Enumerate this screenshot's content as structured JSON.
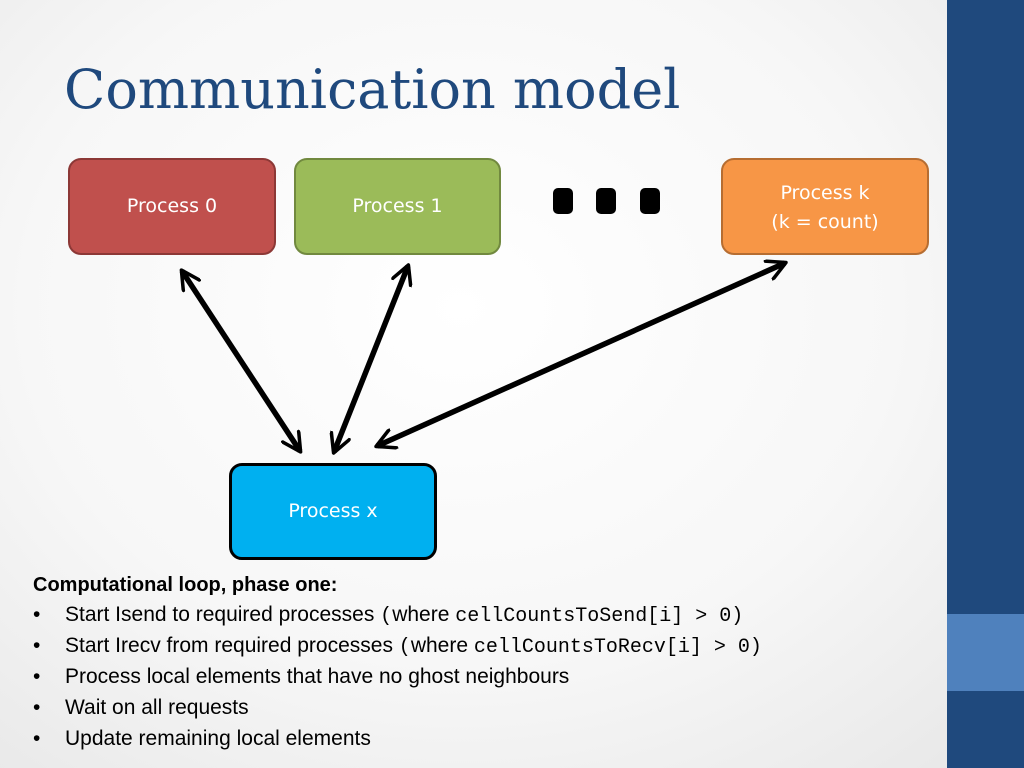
{
  "slide": {
    "title": "Communication model"
  },
  "diagram": {
    "process0": {
      "label": "Process 0",
      "color": "#c0504d"
    },
    "process1": {
      "label": "Process 1",
      "color": "#9bbb59"
    },
    "processk": {
      "line1": "Process k",
      "line2": "(k = count)",
      "color": "#f79646"
    },
    "processx": {
      "label": "Process x",
      "color": "#00b0f0"
    },
    "connections": [
      {
        "from": "Process x",
        "to": "Process 0",
        "bidirectional": true
      },
      {
        "from": "Process x",
        "to": "Process 1",
        "bidirectional": true
      },
      {
        "from": "Process x",
        "to": "Process k",
        "bidirectional": true
      }
    ]
  },
  "notes": {
    "heading": "Computational loop, phase one:",
    "bullet_char": "•",
    "items": [
      {
        "text": "Start Isend to required processes ",
        "paren_open": "(",
        "where": "where ",
        "code": "cellCountsToSend[i] > 0)"
      },
      {
        "text": "Start Irecv from required processes ",
        "paren_open": "(",
        "where": "where ",
        "code": "cellCountsToRecv[i] > 0)"
      },
      {
        "text": "Process local elements that have no ghost neighbours"
      },
      {
        "text": "Wait on all requests"
      },
      {
        "text": "Update remaining local elements"
      }
    ]
  },
  "theme": {
    "title_color": "#1f497d",
    "sidebar_color": "#1f497d",
    "sidebar_accent_color": "#4f81bd"
  }
}
